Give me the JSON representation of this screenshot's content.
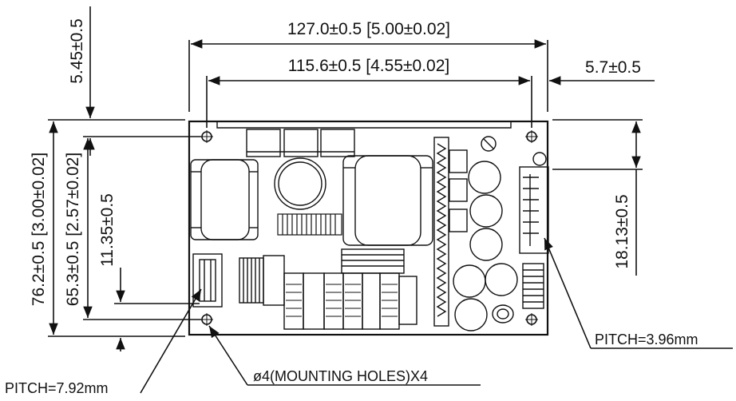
{
  "dimensions": {
    "overall_length": "127.0±0.5  [5.00±0.02]",
    "hole_pitch_length": "115.6±0.5  [4.55±0.02]",
    "hole_offset_right": "5.7±0.5",
    "top_hole_offset": "5.45±0.5",
    "overall_width": "76.2±0.5  [3.00±0.02]",
    "hole_pitch_width": "65.3±0.5  [2.57±0.02]",
    "input_connector_offset": "11.35±0.5",
    "output_connector_offset": "18.13±0.5"
  },
  "notes": {
    "output_pitch": "PITCH=3.96mm",
    "input_pitch": "PITCH=7.92mm",
    "mounting_holes": "ø4(MOUNTING HOLES)X4"
  },
  "colors": {
    "ink": "#111111",
    "background": "#ffffff"
  }
}
